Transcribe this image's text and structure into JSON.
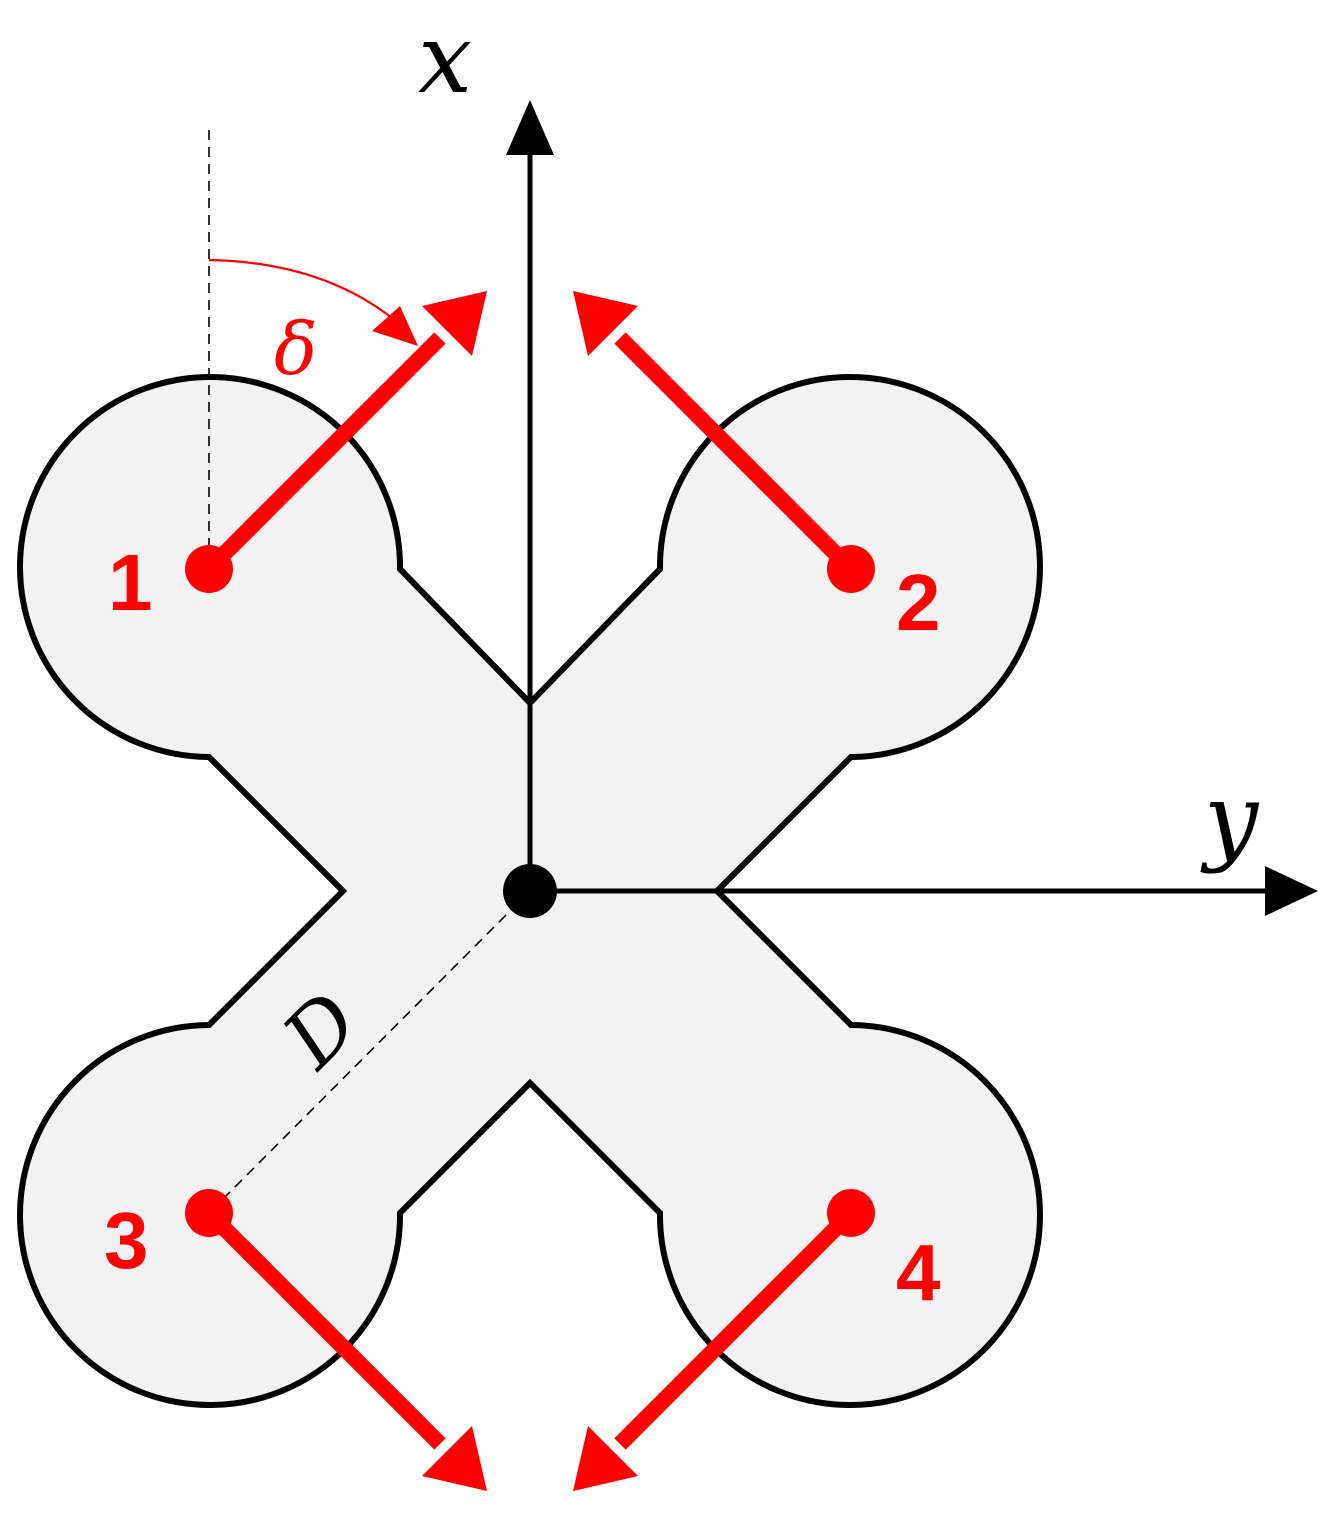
{
  "axes": {
    "x_label": "x",
    "y_label": "y"
  },
  "rotors": [
    {
      "label": "1"
    },
    {
      "label": "2"
    },
    {
      "label": "3"
    },
    {
      "label": "4"
    }
  ],
  "annotations": {
    "angle_label": "δ",
    "arm_length_label": "D"
  },
  "colors": {
    "frame_fill": "#f2f2f2",
    "frame_stroke": "#000000",
    "rotor_accent": "#ff0000",
    "axis": "#000000"
  },
  "icons": {
    "thrust_arrows": "red-arrow",
    "axis_arrows": "black-arrow"
  }
}
